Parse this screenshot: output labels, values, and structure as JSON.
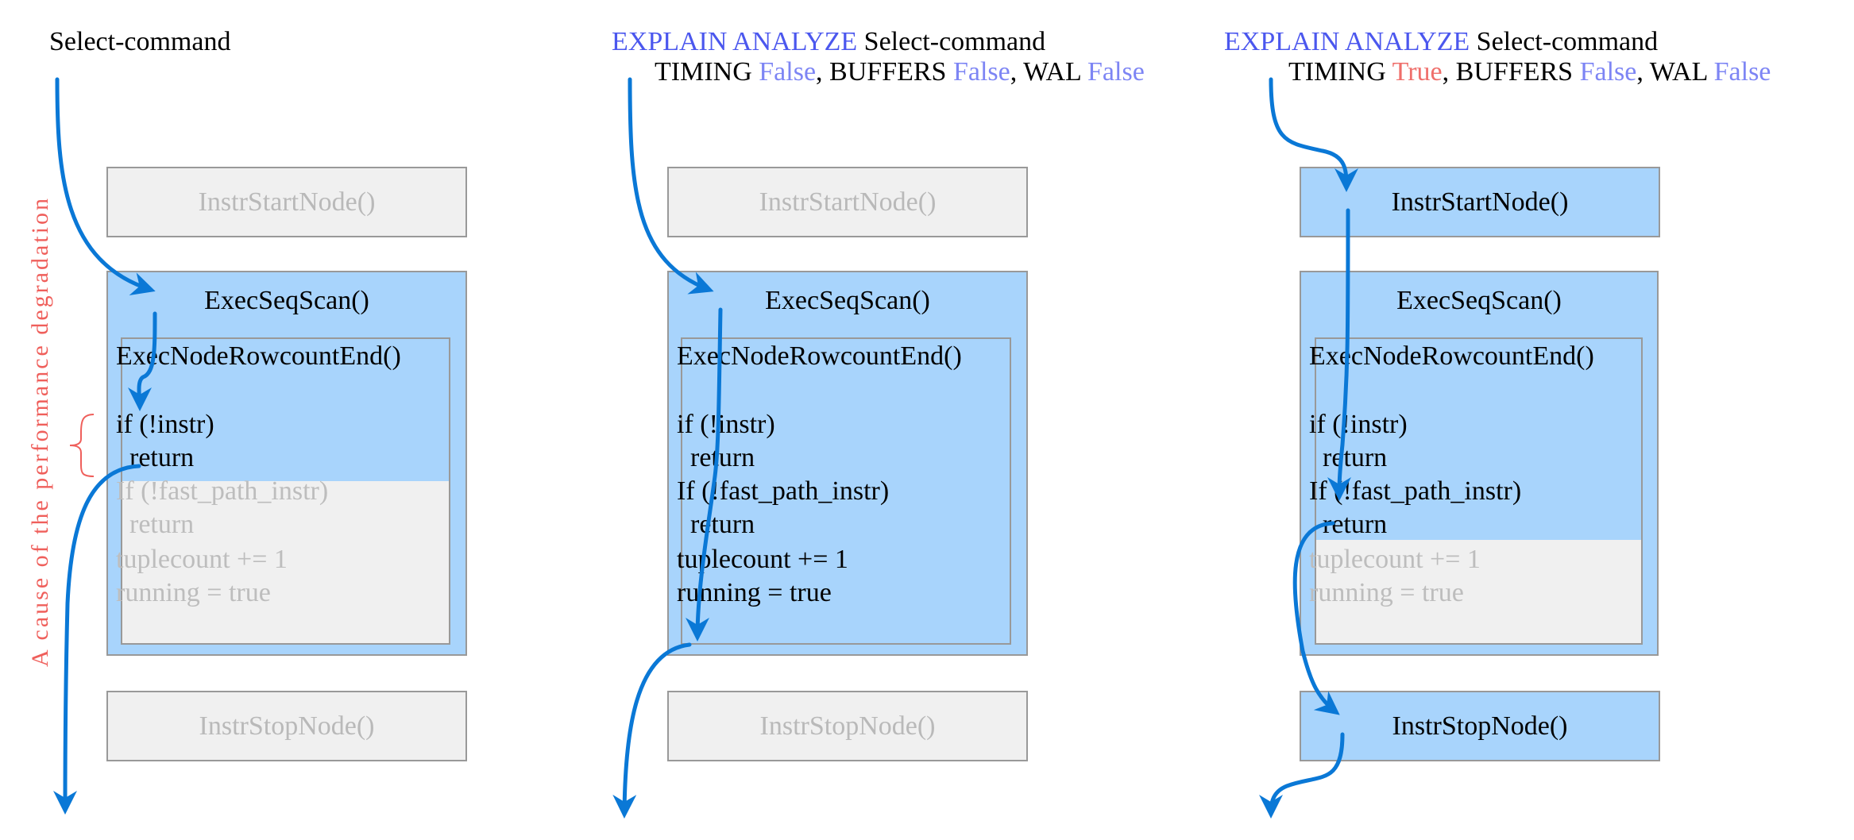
{
  "panels": [
    {
      "header": {
        "line1_plain": "Select-command"
      },
      "instr_start": {
        "label": "InstrStartNode()",
        "active": false
      },
      "exec_seq_scan": {
        "label": "ExecSeqScan()"
      },
      "rowcount_end": {
        "label": "ExecNodeRowcountEnd()",
        "lines": [
          {
            "text": "if (!instr)",
            "active": true
          },
          {
            "text": "  return",
            "active": true
          },
          {
            "text": "If (!fast_path_instr)",
            "active": false
          },
          {
            "text": "  return",
            "active": false
          },
          {
            "text": "tuplecount += 1",
            "active": false
          },
          {
            "text": "running = true",
            "active": false
          }
        ]
      },
      "instr_stop": {
        "label": "InstrStopNode()",
        "active": false
      }
    },
    {
      "header": {
        "line1_keyword": "EXPLAIN ANALYZE",
        "line1_plain": "Select-command",
        "options": [
          {
            "name": "TIMING",
            "value": "False",
            "sep": ", "
          },
          {
            "name": "BUFFERS",
            "value": "False",
            "sep": ", "
          },
          {
            "name": "WAL",
            "value": "False",
            "sep": ""
          }
        ]
      },
      "instr_start": {
        "label": "InstrStartNode()",
        "active": false
      },
      "exec_seq_scan": {
        "label": "ExecSeqScan()"
      },
      "rowcount_end": {
        "label": "ExecNodeRowcountEnd()",
        "lines": [
          {
            "text": "if (!instr)",
            "active": true
          },
          {
            "text": "  return",
            "active": true
          },
          {
            "text": "If (!fast_path_instr)",
            "active": true
          },
          {
            "text": "  return",
            "active": true
          },
          {
            "text": "tuplecount += 1",
            "active": true
          },
          {
            "text": "running = true",
            "active": true
          }
        ]
      },
      "instr_stop": {
        "label": "InstrStopNode()",
        "active": false
      }
    },
    {
      "header": {
        "line1_keyword": "EXPLAIN ANALYZE",
        "line1_plain": "Select-command",
        "options": [
          {
            "name": "TIMING",
            "value": "True",
            "sep": ", "
          },
          {
            "name": "BUFFERS",
            "value": "False",
            "sep": ", "
          },
          {
            "name": "WAL",
            "value": "False",
            "sep": ""
          }
        ]
      },
      "instr_start": {
        "label": "InstrStartNode()",
        "active": true
      },
      "exec_seq_scan": {
        "label": "ExecSeqScan()"
      },
      "rowcount_end": {
        "label": "ExecNodeRowcountEnd()",
        "lines": [
          {
            "text": "if (!instr)",
            "active": true
          },
          {
            "text": "  return",
            "active": true
          },
          {
            "text": "If (!fast_path_instr)",
            "active": true
          },
          {
            "text": "  return",
            "active": true
          },
          {
            "text": "tuplecount += 1",
            "active": false
          },
          {
            "text": "running = true",
            "active": false
          }
        ]
      },
      "instr_stop": {
        "label": "InstrStopNode()",
        "active": true
      }
    }
  ],
  "annotation": {
    "text": "A cause of the performance degradation",
    "color": "#ef5f5b"
  },
  "colors": {
    "active_fill": "#a8d4fc",
    "inactive_fill": "#f0f0f0",
    "border": "#999999",
    "arrow": "#0a78d6",
    "keyword_blue": "#4b57ee",
    "false_blue": "#7d85f4",
    "true_red": "#ef6f6b"
  }
}
